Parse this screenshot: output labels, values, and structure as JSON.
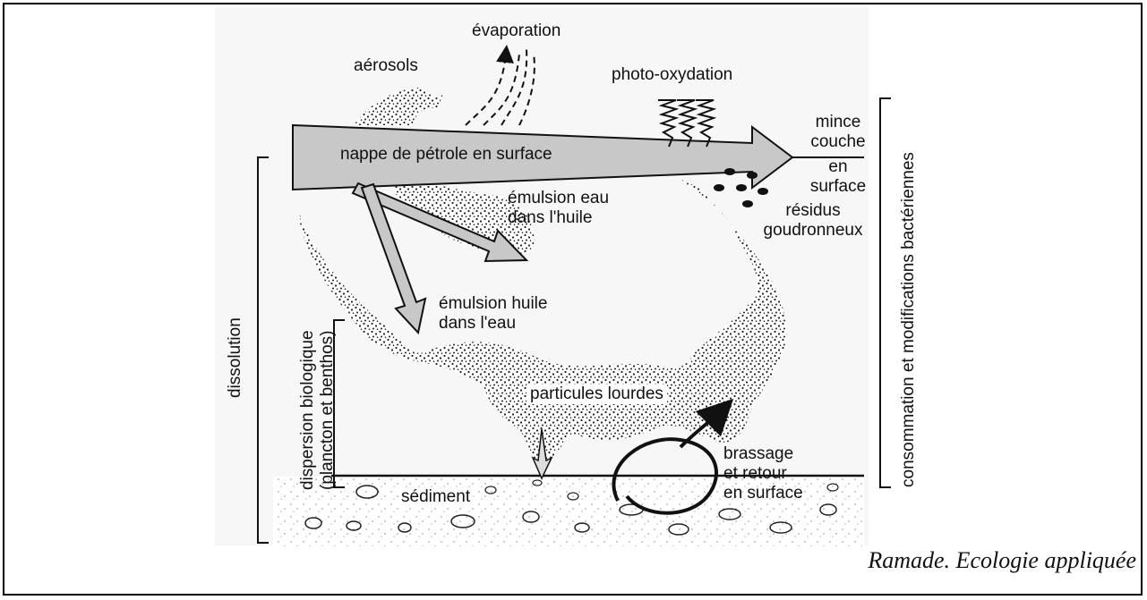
{
  "labels": {
    "evaporation": "évaporation",
    "aerosols": "aérosols",
    "photo_oxydation": "photo-oxydation",
    "nappe": "nappe de pétrole en surface",
    "mince_couche": [
      "mince",
      "couche",
      "en",
      "surface"
    ],
    "residus": [
      "résidus",
      "goudronneux"
    ],
    "emulsion_eau_huile": [
      "émulsion eau",
      "dans l'huile"
    ],
    "emulsion_huile_eau": [
      "émulsion huile",
      "dans l'eau"
    ],
    "particules_lourdes": "particules lourdes",
    "brassage": [
      "brassage",
      "et retour",
      "en surface"
    ],
    "sediment": "sédiment",
    "dissolution": "dissolution",
    "dispersion": [
      "dispersion biologique",
      "(plancton et benthos)"
    ],
    "consommation": "consommation et modifications bactériennes"
  },
  "caption": "Ramade.  Ecologie appliquée"
}
